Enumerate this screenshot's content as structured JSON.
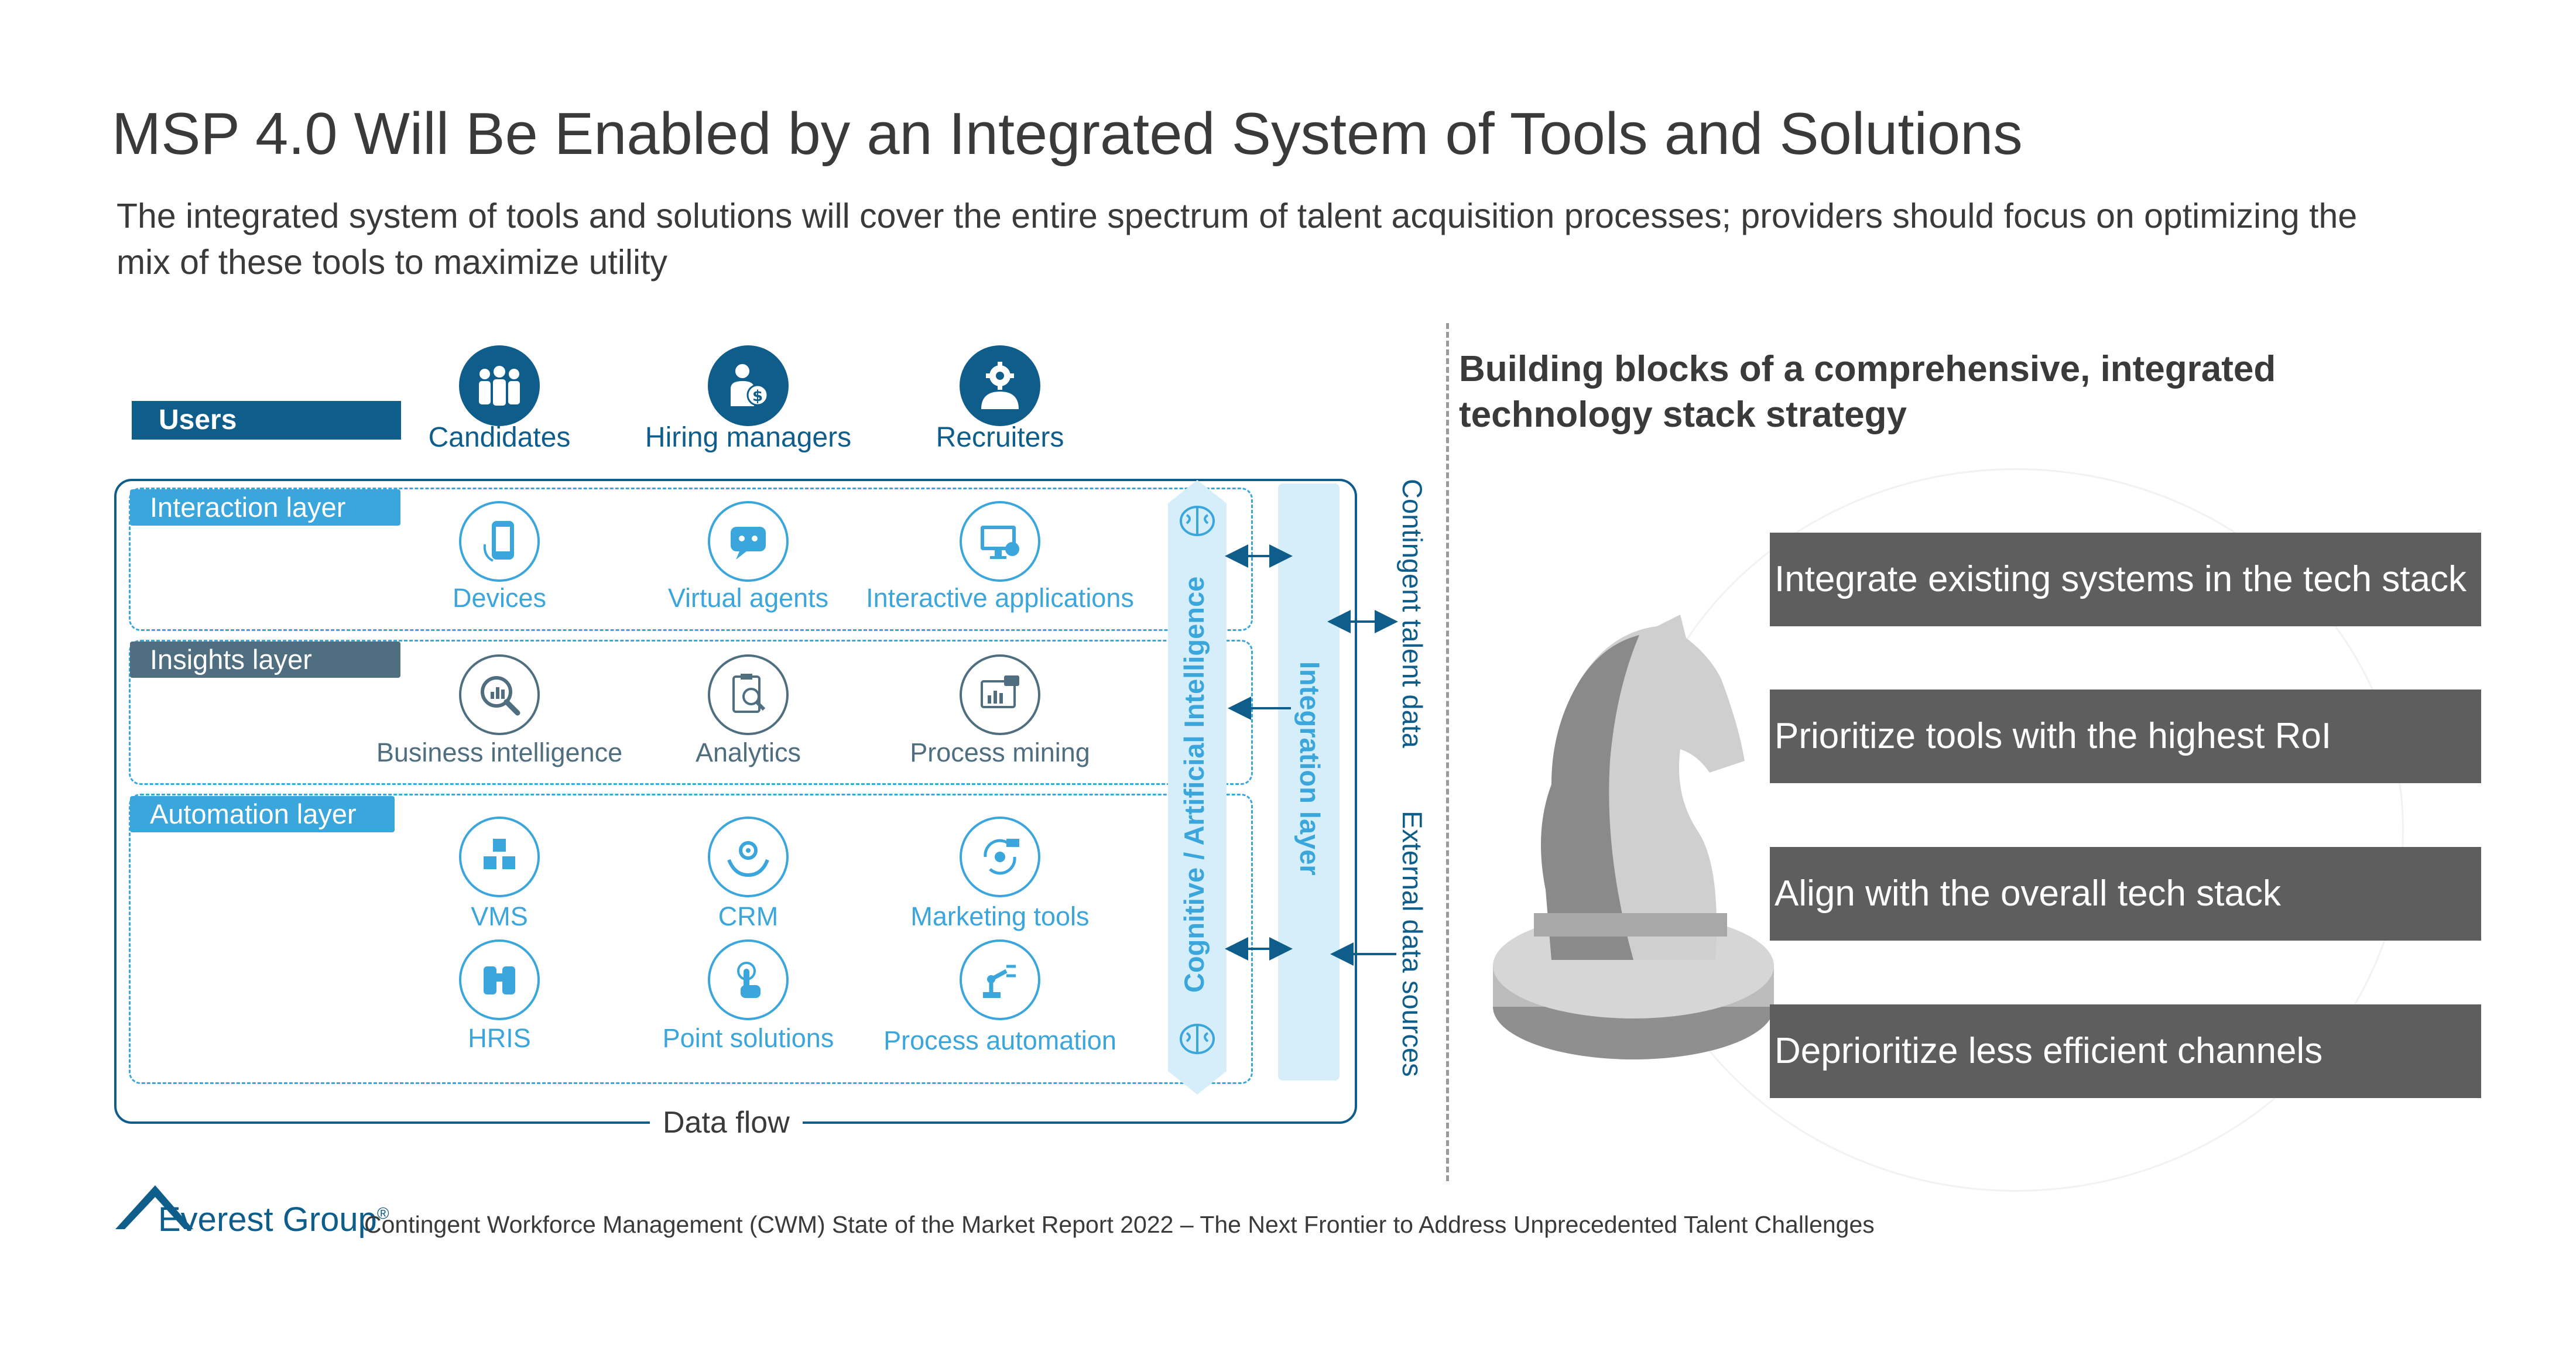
{
  "header": {
    "title": "MSP 4.0 Will Be Enabled by an Integrated System of Tools and Solutions",
    "subtitle": "The integrated system of tools and solutions will cover the entire spectrum of talent acquisition processes; providers should focus on optimizing the mix of these tools to maximize utility"
  },
  "diagram": {
    "users": {
      "label": "Users",
      "items": [
        {
          "label": "Candidates",
          "icon": "group-people-icon"
        },
        {
          "label": "Hiring managers",
          "icon": "manager-dollar-icon"
        },
        {
          "label": "Recruiters",
          "icon": "recruiter-gear-icon"
        }
      ]
    },
    "layers": [
      {
        "label": "Interaction layer",
        "tools": [
          {
            "label": "Devices",
            "icon": "mobile-device-icon"
          },
          {
            "label": "Virtual agents",
            "icon": "robot-chat-icon"
          },
          {
            "label": "Interactive applications",
            "icon": "monitor-touch-icon"
          }
        ]
      },
      {
        "label": "Insights layer",
        "tools": [
          {
            "label": "Business intelligence",
            "icon": "magnifier-chart-icon"
          },
          {
            "label": "Analytics",
            "icon": "clipboard-analysis-icon"
          },
          {
            "label": "Process mining",
            "icon": "dashboard-chart-icon"
          }
        ]
      },
      {
        "label": "Automation layer",
        "tools": [
          {
            "label": "VMS",
            "icon": "cubes-icon"
          },
          {
            "label": "CRM",
            "icon": "hands-gear-icon"
          },
          {
            "label": "Marketing tools",
            "icon": "marketing-cycle-icon"
          },
          {
            "label": "HRIS",
            "icon": "binoculars-icon"
          },
          {
            "label": "Point solutions",
            "icon": "finger-tap-icon"
          },
          {
            "label": "Process automation",
            "icon": "robot-arm-icon"
          }
        ]
      }
    ],
    "cognitive_label": "Cognitive / Artificial Intelligence",
    "integration_label": "Integration layer",
    "external_inputs": [
      "Contingent talent data",
      "External data sources"
    ],
    "data_flow_label": "Data flow"
  },
  "building_blocks": {
    "title": "Building blocks of a comprehensive, integrated technology stack strategy",
    "icon": "chess-knight-icon",
    "items": [
      "Integrate existing systems in the tech stack",
      "Prioritize tools with the highest RoI",
      "Align with the overall tech stack",
      "Deprioritize less efficient channels"
    ]
  },
  "footer": {
    "brand": "Everest Group",
    "registered": "®",
    "source": "Contingent Workforce Management (CWM) State of the Market Report 2022 – The Next Frontier to Address Unprecedented Talent Challenges"
  },
  "colors": {
    "dark_blue": "#0f5d8a",
    "light_blue": "#3aa6dc",
    "slate": "#4f6e80",
    "pale_blue": "#d6eef9",
    "grey_box": "#5e5e5e",
    "text": "#3a3a3a"
  }
}
